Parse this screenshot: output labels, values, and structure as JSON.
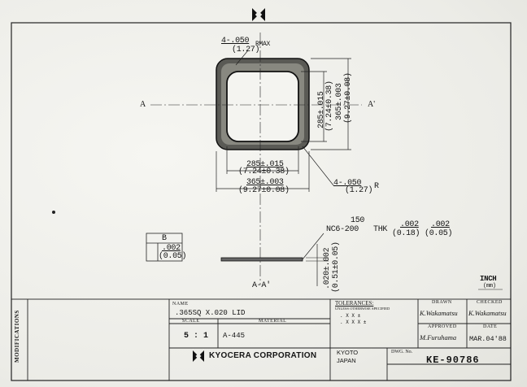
{
  "view": {
    "corner_radius": "4-.050",
    "corner_radius_mm": "(1.27)",
    "corner_radius_suffix": "RMAX",
    "section_left": "A",
    "section_right": "A'",
    "inner_h": "285±.015",
    "inner_h_mm": "(7.24±0.38)",
    "outer_h": "365±.003",
    "outer_h_mm": "(9.27±0.08)",
    "inner_w": "285±.015",
    "inner_w_mm": "(7.24±0.38)",
    "outer_w": "365±.003",
    "outer_w_mm": "(9.27±0.08)",
    "edge_radius": "4-.050",
    "edge_radius_suffix": "R",
    "edge_radius_mm": "(1.27)"
  },
  "section": {
    "material_note": "NC6-200",
    "thk_value": "150",
    "thk_label": "THK",
    "flatness_1": ".002",
    "flatness_1_mm": "(0.18)",
    "flatness_2": ".002",
    "flatness_2_mm": "(0.05)",
    "height": ".020±.002",
    "height_mm": "(0.51±0.05)",
    "callout_box": "B",
    "callout_val": ".002",
    "callout_mm": "(0.05)",
    "section_label": "A-A'"
  },
  "units": {
    "inch": "INCH",
    "mm": "(mm)"
  },
  "title_block": {
    "modifications": "MODIFICATIONS",
    "name_label": "NAME",
    "name_value": ".365SQ X.020 LID",
    "scale_label": "SCALE",
    "scale_value": "5 : 1",
    "material_label": "MATERIAL",
    "material_value": "A-445",
    "tolerances_label": "TOLERANCES:",
    "tolerances_note": "UNLESS OTHERWISE SPECIFIED",
    "tol_1": ". X X   ±",
    "tol_2": ". X X X   ±",
    "drawn_label": "DRAWN",
    "drawn_value": "K.Wakamatsu",
    "checked_label": "CHECKED",
    "checked_value": "K.Wakamatsu",
    "approved_label": "APPROVED",
    "approved_value": "M.Furuhama",
    "date_label": "DATE",
    "date_value": "MAR.04'88",
    "company": "KYOCERA CORPORATION",
    "city": "KYOTO",
    "country": "JAPAN",
    "dwg_label": "DWG. No.",
    "dwg_value": "KE-90786"
  }
}
